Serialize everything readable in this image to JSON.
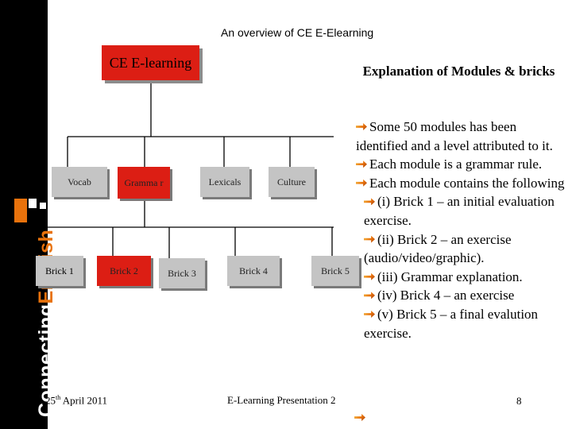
{
  "colors": {
    "accent": "#dc1e14",
    "node": "#c4c4c4",
    "brand_orange": "#e8720c"
  },
  "brand": {
    "text_main": "Connecting",
    "text_accent": "English"
  },
  "title": "An overview of CE E-Elearning",
  "diagram": {
    "root": "CE E-learning",
    "level1": [
      "Vocab",
      "Gramma r",
      "Lexicals",
      "Culture"
    ],
    "level2": [
      "Brick 1",
      "Brick 2",
      "Brick 3",
      "Brick 4",
      "Brick 5"
    ]
  },
  "explanation": {
    "heading": "Explanation of Modules & bricks",
    "bullets": [
      "Some 50 modules has been identified and a level attributed to it.",
      "Each module is a grammar rule.",
      "Each module contains the following",
      "(i) Brick 1 – an initial evaluation exercise.",
      "(ii) Brick 2 – an exercise (audio/video/graphic).",
      "(iii) Grammar explanation.",
      "(iv) Brick 4 – an exercise",
      "(v) Brick 5 – a final evalution exercise."
    ]
  },
  "footer": {
    "date_day": "25",
    "date_suffix": "th",
    "date_rest": " April 2011",
    "center": "E-Learning Presentation 2",
    "page": "8"
  }
}
